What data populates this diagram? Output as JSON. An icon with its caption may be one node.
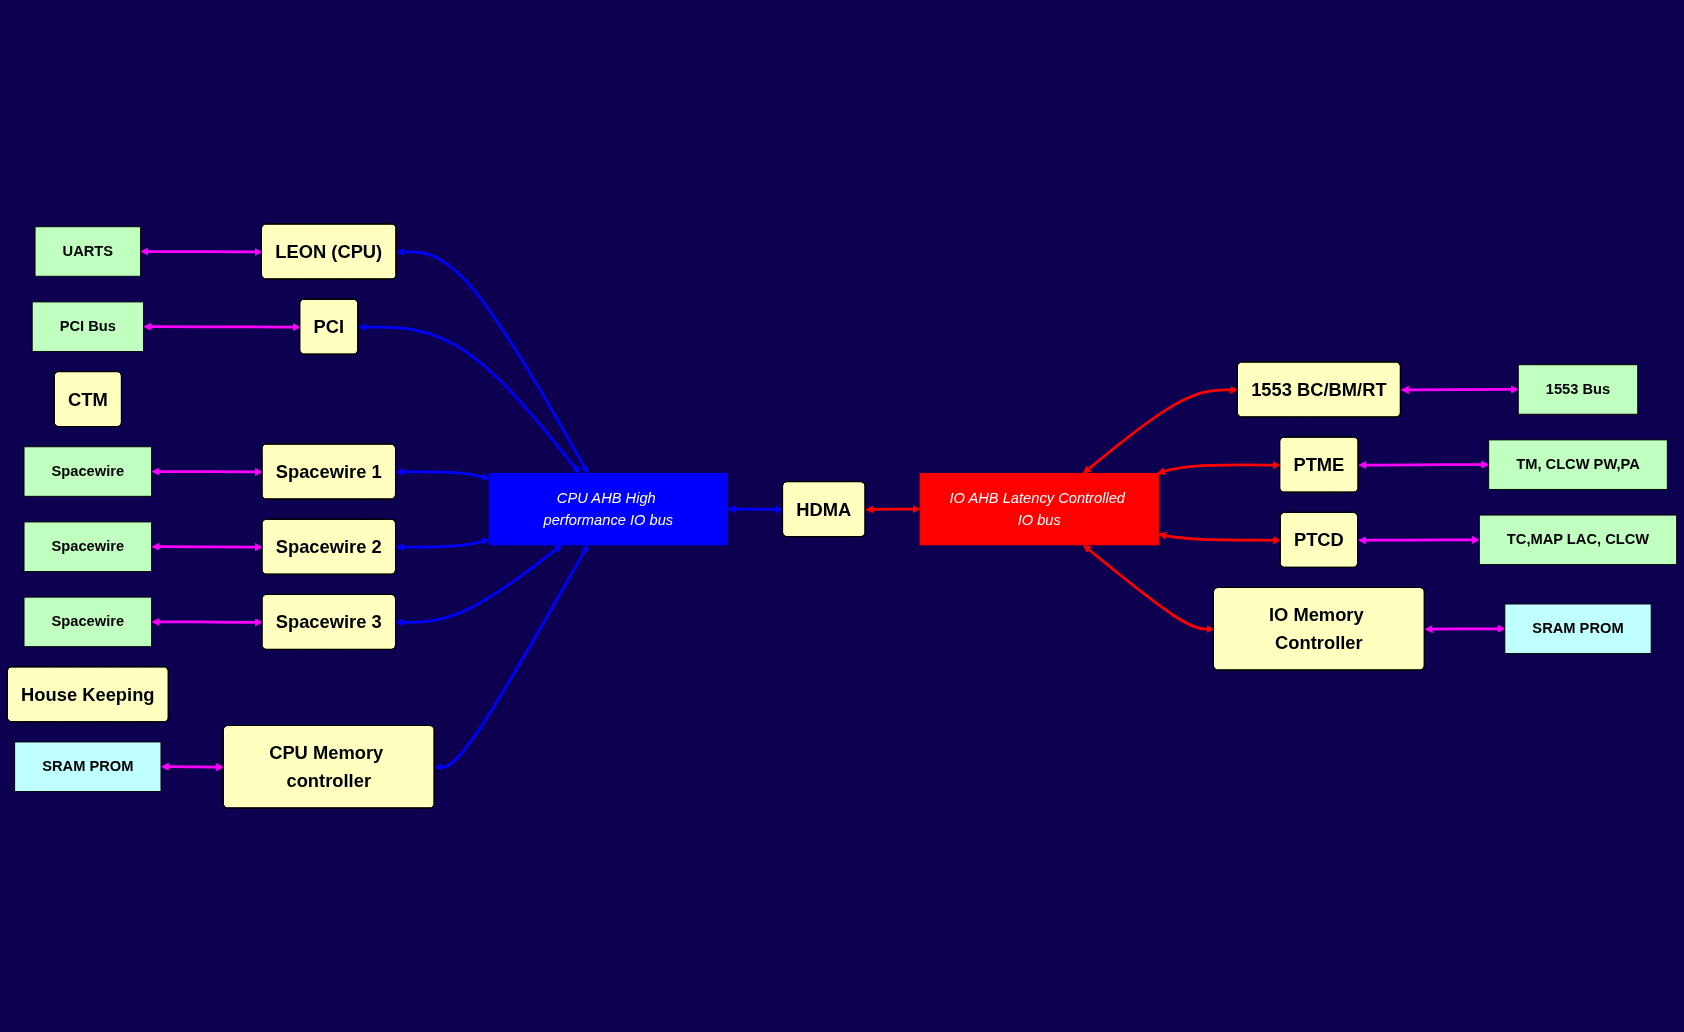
{
  "diagram": {
    "nodes": [
      {
        "text": [
          "UARTS"
        ]
      },
      {
        "text": [
          "LEON (CPU)"
        ]
      },
      {
        "text": [
          "CPU AHB High performance IO bus"
        ]
      },
      {
        "text": [
          "PCI Bus"
        ]
      },
      {
        "text": [
          "PCI"
        ]
      },
      {
        "text": [
          "CTM"
        ]
      },
      {
        "text": [
          "IO AHB Latency Controlled IO bus"
        ]
      },
      {
        "text": [
          "1553 BC/BM/RT"
        ]
      },
      {
        "text": [
          "1553 Bus"
        ]
      },
      {
        "text": [
          "Spacewire"
        ]
      },
      {
        "text": [
          "Spacewire 1"
        ]
      },
      {
        "text": [
          "PTME"
        ]
      },
      {
        "text": [
          "TM, CLCW PW,PA"
        ]
      },
      {
        "text": [
          "HDMA"
        ]
      },
      {
        "text": [
          "Spacewire"
        ]
      },
      {
        "text": [
          "Spacewire 2"
        ]
      },
      {
        "text": [
          "PTCD"
        ]
      },
      {
        "text": [
          "TC,MAP LAC, CLCW"
        ]
      },
      {
        "text": [
          "Spacewire"
        ]
      },
      {
        "text": [
          "Spacewire 3"
        ]
      },
      {
        "text": [
          "House Keeping"
        ]
      },
      {
        "text": [
          "IO Memory Controller"
        ]
      },
      {
        "text": [
          "SRAM PROM"
        ]
      },
      {
        "text": [
          "SRAM PROM"
        ]
      },
      {
        "text": [
          "CPU Memory controller"
        ]
      }
    ],
    "edges": [
      {
        "from": 0,
        "to": 1,
        "arrow": "both"
      },
      {
        "from": 3,
        "to": 4,
        "arrow": "both"
      },
      {
        "from": 9,
        "to": 10,
        "arrow": "both"
      },
      {
        "from": 14,
        "to": 15,
        "arrow": "both"
      },
      {
        "from": 18,
        "to": 19,
        "arrow": "both"
      },
      {
        "from": 23,
        "to": 24,
        "arrow": "both"
      },
      {
        "from": 1,
        "to": 2,
        "arrow": "both",
        "color": "#0000ff"
      },
      {
        "from": 4,
        "to": 2,
        "arrow": "both",
        "color": "#0000ff"
      },
      {
        "from": 10,
        "to": 2,
        "arrow": "both",
        "color": "#0000ff"
      },
      {
        "from": 15,
        "to": 2,
        "arrow": "both",
        "color": "#0000ff"
      },
      {
        "from": 19,
        "to": 2,
        "arrow": "both",
        "color": "#0000ff"
      },
      {
        "from": 24,
        "to": 2,
        "arrow": "both",
        "color": "#0000ff"
      },
      {
        "from": 2,
        "to": 13,
        "arrow": "both",
        "color": "#0000ff"
      },
      {
        "from": 13,
        "to": 6,
        "arrow": "both",
        "color": "#ff0000"
      },
      {
        "from": 6,
        "to": 7,
        "arrow": "both",
        "color": "#ff0000"
      },
      {
        "from": 6,
        "to": 11,
        "arrow": "both",
        "color": "#ff0000"
      },
      {
        "from": 6,
        "to": 16,
        "arrow": "both",
        "color": "#ff0000"
      },
      {
        "from": 6,
        "to": 21,
        "arrow": "both",
        "color": "#ff0000"
      },
      {
        "from": 7,
        "to": 8,
        "arrow": "both"
      },
      {
        "from": 11,
        "to": 12,
        "arrow": "both"
      },
      {
        "from": 16,
        "to": 17,
        "arrow": "both"
      },
      {
        "from": 21,
        "to": 22,
        "arrow": "both"
      }
    ]
  }
}
